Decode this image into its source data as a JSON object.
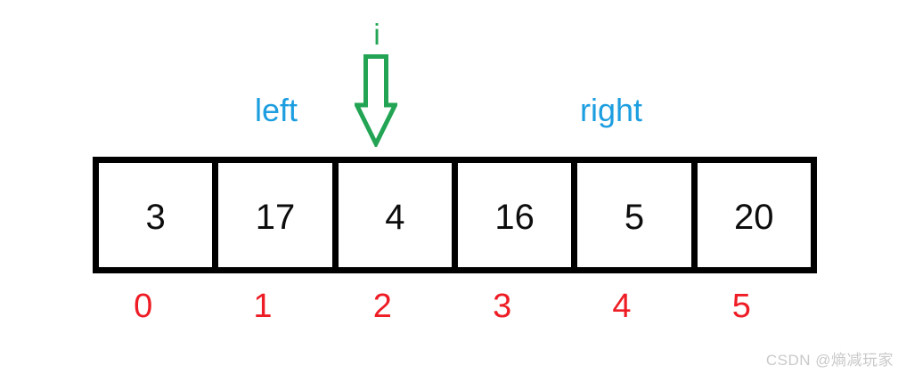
{
  "pointer": {
    "label": "i"
  },
  "range_labels": {
    "left": "left",
    "right": "right"
  },
  "array": {
    "cells": [
      {
        "value": "3",
        "index": "0"
      },
      {
        "value": "17",
        "index": "1"
      },
      {
        "value": "4",
        "index": "2"
      },
      {
        "value": "16",
        "index": "3"
      },
      {
        "value": "5",
        "index": "4"
      },
      {
        "value": "20",
        "index": "5"
      }
    ]
  },
  "icons": {
    "pointer_arrow": "down-arrow-icon"
  },
  "colors": {
    "green": "#22a454",
    "blue": "#1c9ee0",
    "red": "#ee1c24",
    "border_black": "#000000",
    "watermark": "#c9c9c9"
  },
  "watermark": "CSDN @熵减玩家"
}
